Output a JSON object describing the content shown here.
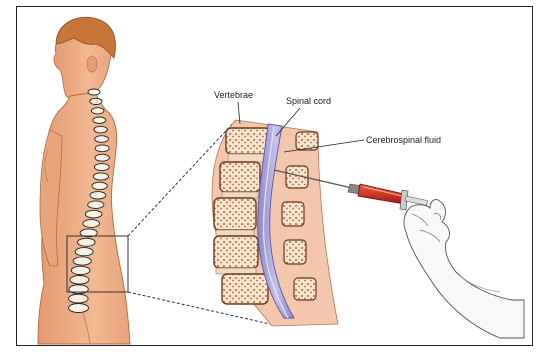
{
  "labels": {
    "vertebrae": "Vertebrae",
    "spinal_cord": "Spinal cord",
    "csf": "Cerebrospinal fluid"
  },
  "colors": {
    "skin": "#f0b58f",
    "skin_shade": "#d9926a",
    "hair": "#c9783a",
    "bone": "#f7efd9",
    "bone_outline": "#6b3a20",
    "marrow": "#d88a5e",
    "tissue": "#f2c2a8",
    "cord": "#a8a2d8",
    "syringe_red": "#d42a1c",
    "glove": "#f5f5f5"
  }
}
